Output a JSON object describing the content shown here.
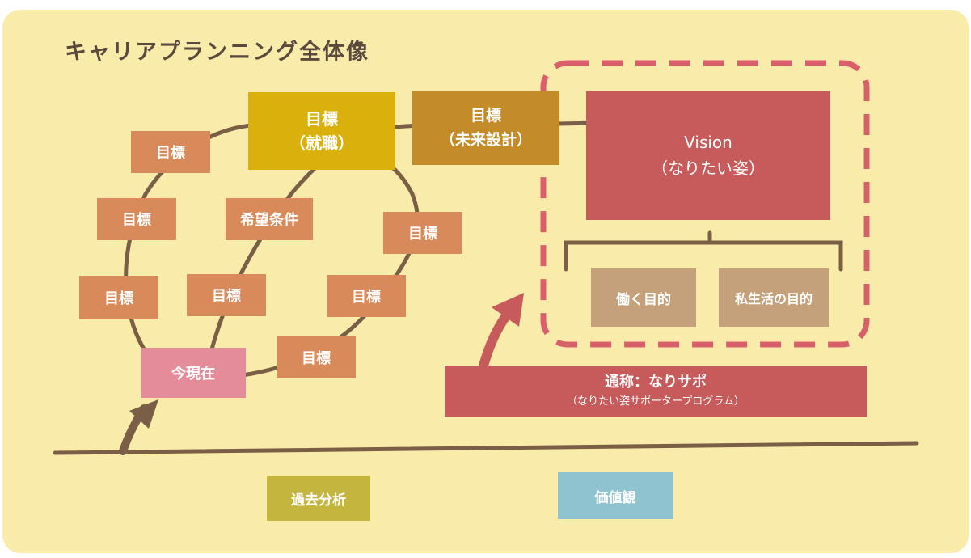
{
  "title": "キャリアプランニング全体像",
  "colors": {
    "background": "#f9eba9",
    "goal_box": "#d88a5a",
    "goal_job": "#dab10c",
    "goal_future": "#c48c28",
    "current": "#e48c9a",
    "vision": "#c75b5b",
    "purpose_box": "#c4a07b",
    "nickname_bar": "#c75b5b",
    "past_analysis": "#c4b53f",
    "values": "#8fc3d0",
    "line": "#7a5f46",
    "dashed": "#d9606a"
  },
  "goal_job": {
    "line1": "目標",
    "line2": "（就職）"
  },
  "goal_future": {
    "line1": "目標",
    "line2": "（未来設計）"
  },
  "goals": [
    {
      "label": "目標"
    },
    {
      "label": "目標"
    },
    {
      "label": "目標"
    },
    {
      "label": "目標"
    },
    {
      "label": "目標"
    },
    {
      "label": "目標"
    },
    {
      "label": "目標"
    }
  ],
  "conditions": "希望条件",
  "current": "今現在",
  "vision": {
    "line1": "Vision",
    "line2": "（なりたい姿）"
  },
  "purposes": [
    {
      "label": "働く目的"
    },
    {
      "label": "私生活の目的"
    }
  ],
  "nickname": {
    "line1": "通称：なりサポ",
    "line2": "（なりたい姿サポータープログラム）"
  },
  "past_analysis": "過去分析",
  "values": "価値観"
}
